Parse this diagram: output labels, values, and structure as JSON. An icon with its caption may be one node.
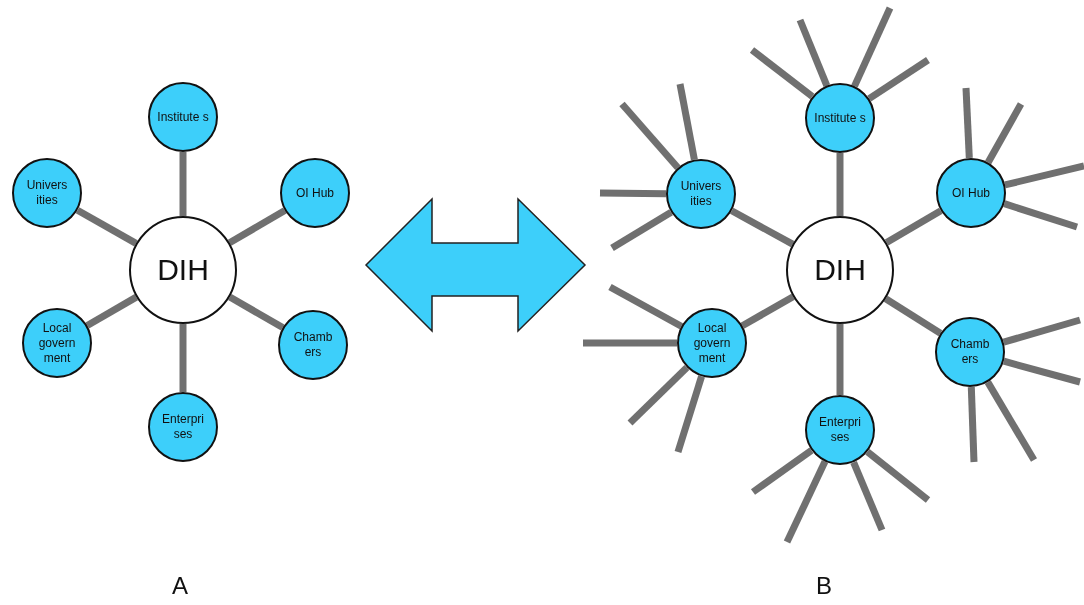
{
  "diagram": {
    "nodes": [
      {
        "text": [
          "DIH"
        ]
      },
      {
        "text": [
          "Institute s"
        ]
      },
      {
        "text": [
          "Univers ities"
        ]
      },
      {
        "text": [
          "OI Hub"
        ]
      },
      {
        "text": [
          "Local govern ment"
        ]
      },
      {
        "text": [
          "Chamb ers"
        ]
      },
      {
        "text": [
          "Enterpri ses"
        ]
      },
      {
        "text": [
          "DIH"
        ]
      },
      {
        "text": [
          "Institute s"
        ]
      },
      {
        "text": [
          "Univers ities"
        ]
      },
      {
        "text": [
          "OI Hub"
        ]
      },
      {
        "text": [
          "Local govern ment"
        ]
      },
      {
        "text": [
          "Chamb ers"
        ]
      },
      {
        "text": [
          "Enterpri ses"
        ]
      }
    ],
    "edges": [
      {
        "from": 0,
        "to": 1,
        "arrow": "none"
      },
      {
        "from": 0,
        "to": 2,
        "arrow": "none"
      },
      {
        "from": 0,
        "to": 3,
        "arrow": "none"
      },
      {
        "from": 0,
        "to": 4,
        "arrow": "none"
      },
      {
        "from": 0,
        "to": 5,
        "arrow": "none"
      },
      {
        "from": 0,
        "to": 6,
        "arrow": "none"
      },
      {
        "from": 7,
        "to": 8,
        "arrow": "none"
      },
      {
        "from": 7,
        "to": 9,
        "arrow": "none"
      },
      {
        "from": 7,
        "to": 10,
        "arrow": "none"
      },
      {
        "from": 7,
        "to": 11,
        "arrow": "none"
      },
      {
        "from": 7,
        "to": 12,
        "arrow": "none"
      },
      {
        "from": 7,
        "to": 13,
        "arrow": "none"
      },
      {
        "from": 8,
        "to": null,
        "arrow": "none"
      },
      {
        "from": 8,
        "to": null,
        "arrow": "none"
      },
      {
        "from": 8,
        "to": null,
        "arrow": "none"
      },
      {
        "from": 8,
        "to": null,
        "arrow": "none"
      },
      {
        "from": 9,
        "to": null,
        "arrow": "none"
      },
      {
        "from": 9,
        "to": null,
        "arrow": "none"
      },
      {
        "from": 9,
        "to": null,
        "arrow": "none"
      },
      {
        "from": 9,
        "to": null,
        "arrow": "none"
      },
      {
        "from": 10,
        "to": null,
        "arrow": "none"
      },
      {
        "from": 10,
        "to": null,
        "arrow": "none"
      },
      {
        "from": 10,
        "to": null,
        "arrow": "none"
      },
      {
        "from": 10,
        "to": null,
        "arrow": "none"
      },
      {
        "from": 11,
        "to": null,
        "arrow": "none"
      },
      {
        "from": 11,
        "to": null,
        "arrow": "none"
      },
      {
        "from": 11,
        "to": null,
        "arrow": "none"
      },
      {
        "from": 11,
        "to": null,
        "arrow": "none"
      },
      {
        "from": 12,
        "to": null,
        "arrow": "none"
      },
      {
        "from": 12,
        "to": null,
        "arrow": "none"
      },
      {
        "from": 12,
        "to": null,
        "arrow": "none"
      },
      {
        "from": 12,
        "to": null,
        "arrow": "none"
      },
      {
        "from": 13,
        "to": null,
        "arrow": "none"
      },
      {
        "from": 13,
        "to": null,
        "arrow": "none"
      },
      {
        "from": 13,
        "to": null,
        "arrow": "none"
      },
      {
        "from": 13,
        "to": null,
        "arrow": "none"
      }
    ],
    "labels": [
      "A",
      "B"
    ]
  }
}
